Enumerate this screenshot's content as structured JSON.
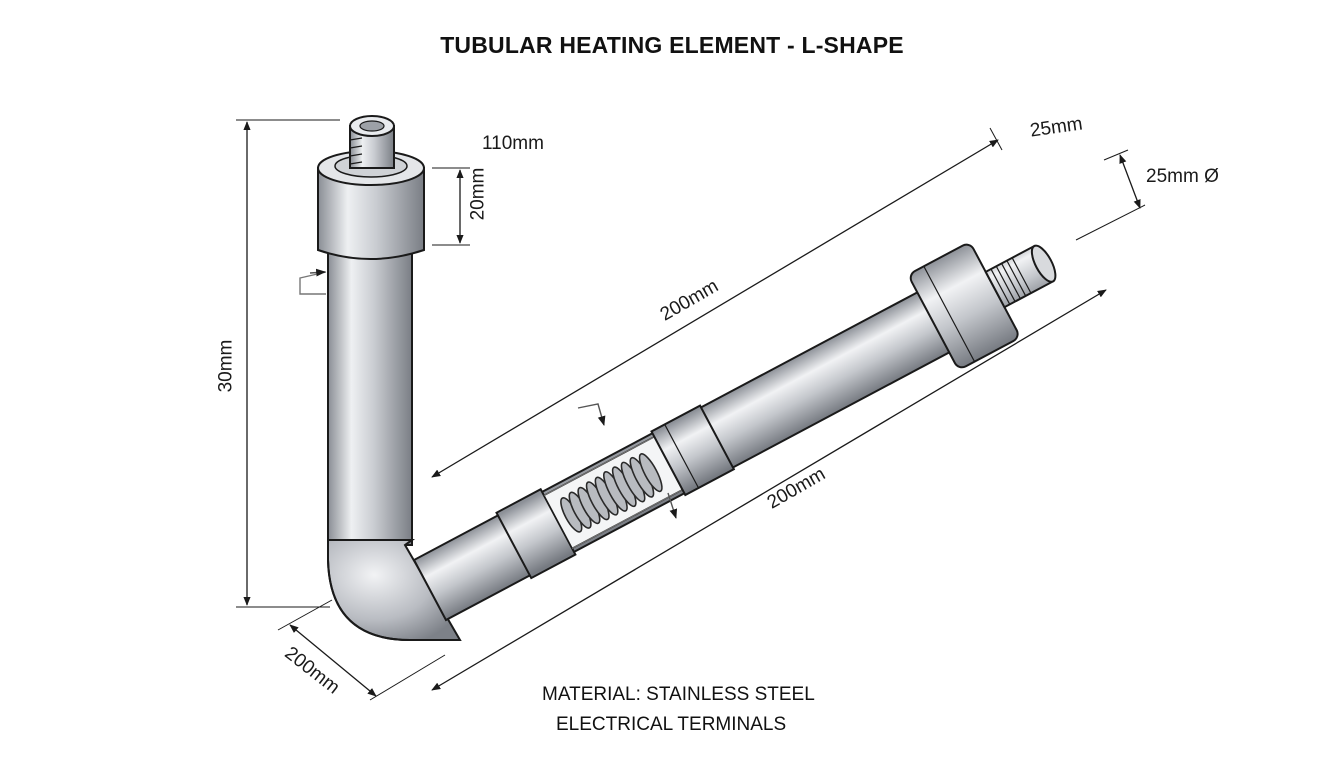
{
  "title": "TUBULAR HEATING ELEMENT - L-SHAPE",
  "dimensions": {
    "top_terminal_length": "110mm",
    "top_fitting_height": "20mm",
    "vertical_leg_height": "30mm",
    "horizontal_leg_upper": "200mm",
    "horizontal_leg_lower": "200mm",
    "bend_base": "200mm",
    "end_fitting_length": "25mm",
    "terminal_diameter": "25mm Ø"
  },
  "notes": {
    "material": "MATERIAL: STAINLESS STEEL",
    "terminals": "ELECTRICAL TERMINALS"
  },
  "colors": {
    "line": "#1a1a1a",
    "metal_light": "#f2f3f5",
    "metal_mid": "#c4c7cc",
    "metal_dark": "#7c8087"
  }
}
